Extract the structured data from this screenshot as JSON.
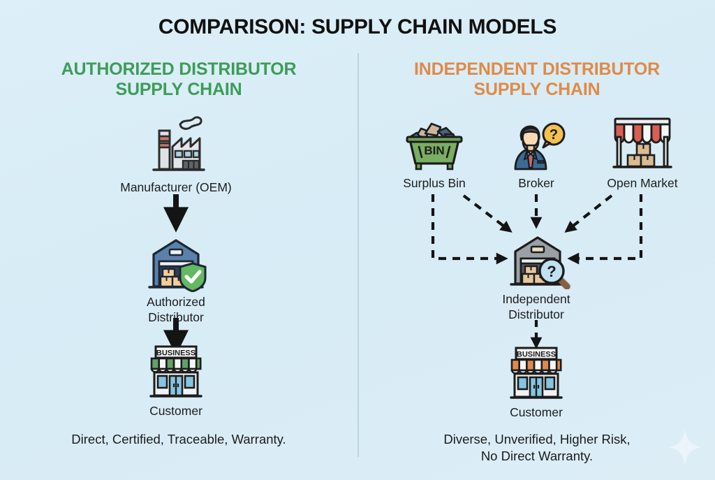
{
  "title": "COMPARISON: SUPPLY CHAIN MODELS",
  "colors": {
    "background": "#d9edf7",
    "title": "#111111",
    "authorized_accent": "#3d9c58",
    "independent_accent": "#e08a47",
    "divider": "#b9d6e2",
    "arrow_solid": "#141414",
    "arrow_dashed": "#141414"
  },
  "left_column": {
    "heading": "AUTHORIZED DISTRIBUTOR\nSUPPLY CHAIN",
    "nodes": [
      {
        "icon": "factory-icon",
        "label": "Manufacturer (OEM)"
      },
      {
        "icon": "warehouse-certified-icon",
        "label": "Authorized\nDistributor"
      },
      {
        "icon": "storefront-green-icon",
        "label": "Customer",
        "sign": "BUSINESS"
      }
    ],
    "connectors": [
      {
        "type": "solid-arrow-down",
        "from": "Manufacturer (OEM)",
        "to": "Authorized Distributor"
      },
      {
        "type": "solid-arrow-down",
        "from": "Authorized Distributor",
        "to": "Customer"
      }
    ],
    "caption": "Direct, Certified, Traceable, Warranty."
  },
  "right_column": {
    "heading": "INDEPENDENT DISTRIBUTOR\nSUPPLY CHAIN",
    "source_nodes": [
      {
        "icon": "surplus-bin-icon",
        "label": "Surplus Bin",
        "sign": "BIN"
      },
      {
        "icon": "broker-icon",
        "label": "Broker"
      },
      {
        "icon": "open-market-icon",
        "label": "Open Market"
      }
    ],
    "nodes": [
      {
        "icon": "warehouse-question-icon",
        "label": "Independent\nDistributor"
      },
      {
        "icon": "storefront-orange-icon",
        "label": "Customer",
        "sign": "BUSINESS"
      }
    ],
    "connectors": [
      {
        "type": "dashed-elbow-arrow",
        "from": "Surplus Bin",
        "to": "Independent Distributor"
      },
      {
        "type": "dashed-diagonal-arrow",
        "from": "Surplus Bin",
        "to": "Independent Distributor"
      },
      {
        "type": "dashed-arrow-down",
        "from": "Broker",
        "to": "Independent Distributor"
      },
      {
        "type": "dashed-diagonal-arrow",
        "from": "Open Market",
        "to": "Independent Distributor"
      },
      {
        "type": "dashed-elbow-arrow",
        "from": "Open Market",
        "to": "Independent Distributor"
      },
      {
        "type": "dashed-arrow-down",
        "from": "Independent Distributor",
        "to": "Customer"
      }
    ],
    "caption": "Diverse, Unverified, Higher Risk,\nNo Direct Warranty."
  },
  "watermark": {
    "icon": "sparkle-icon"
  }
}
